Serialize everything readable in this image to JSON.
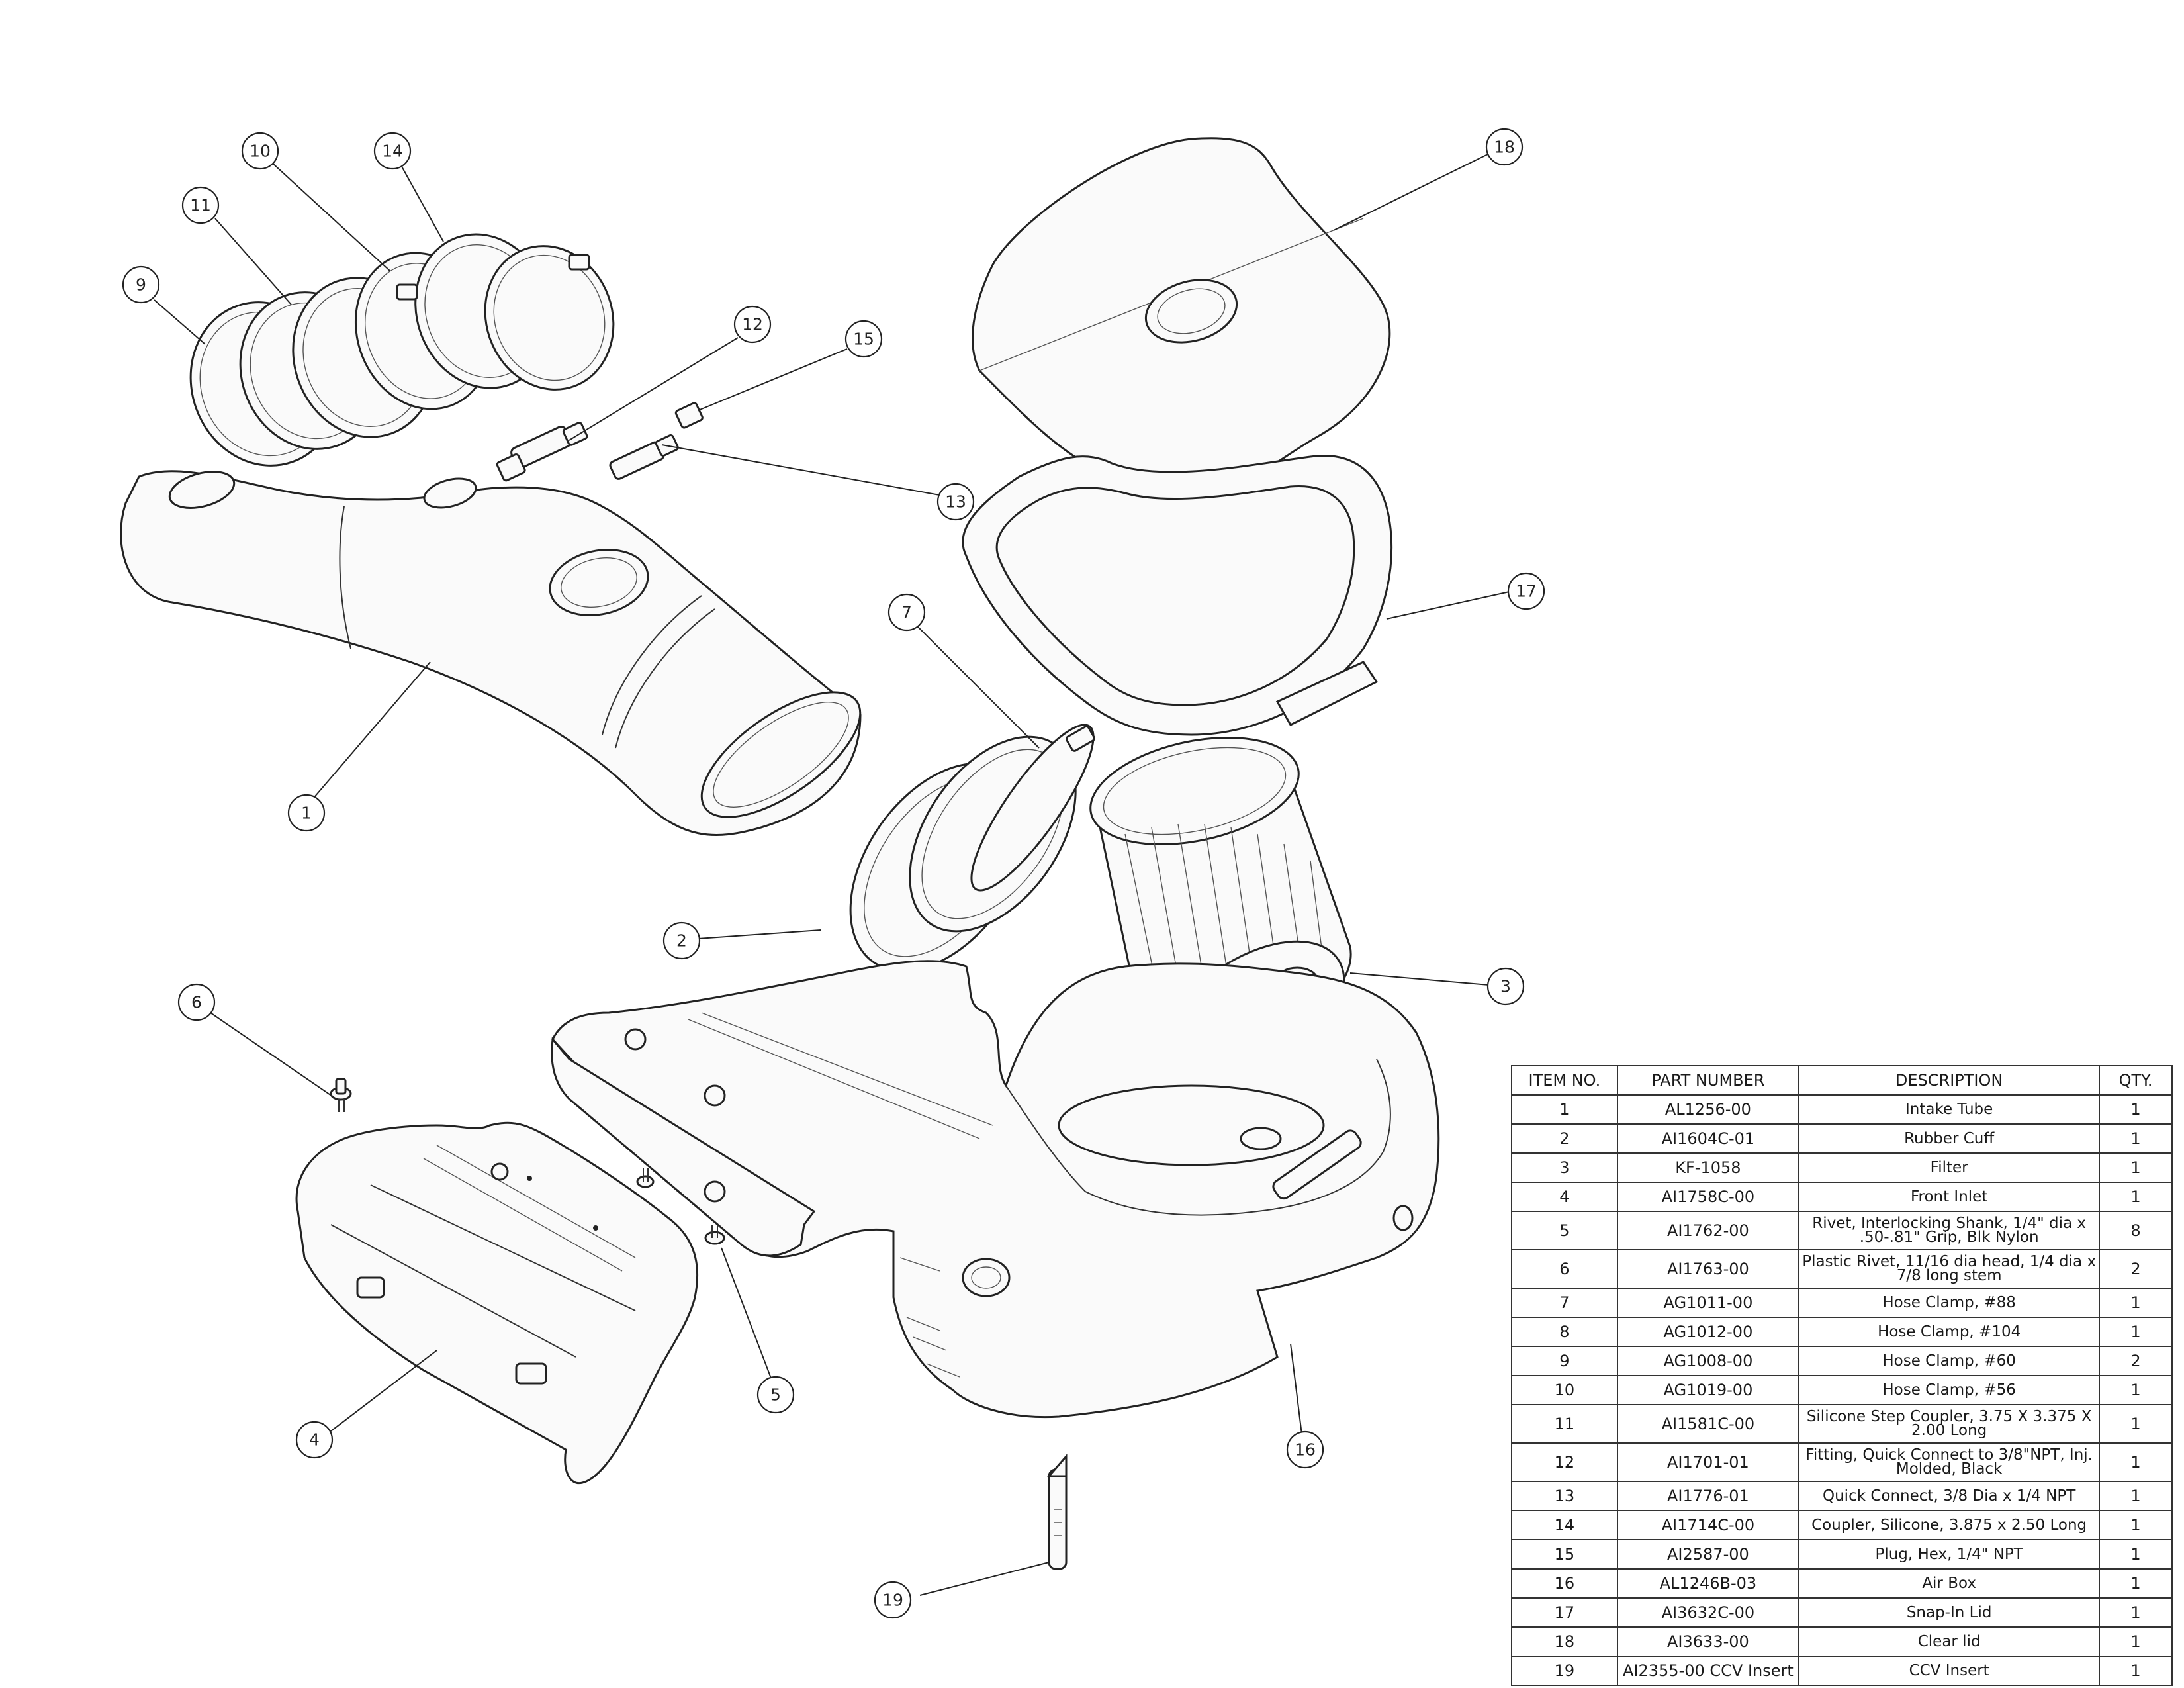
{
  "bom": {
    "headers": [
      "ITEM NO.",
      "PART NUMBER",
      "DESCRIPTION",
      "QTY."
    ],
    "rows": [
      {
        "item": "1",
        "part": "AL1256-00",
        "desc": "Intake Tube",
        "qty": "1"
      },
      {
        "item": "2",
        "part": "AI1604C-01",
        "desc": "Rubber Cuff",
        "qty": "1"
      },
      {
        "item": "3",
        "part": "KF-1058",
        "desc": "Filter",
        "qty": "1"
      },
      {
        "item": "4",
        "part": "AI1758C-00",
        "desc": "Front Inlet",
        "qty": "1"
      },
      {
        "item": "5",
        "part": "AI1762-00",
        "desc": "Rivet, Interlocking Shank, 1/4\" dia x .50-.81\" Grip, Blk Nylon",
        "qty": "8"
      },
      {
        "item": "6",
        "part": "AI1763-00",
        "desc": "Plastic Rivet, 11/16 dia head, 1/4 dia x 7/8 long stem",
        "qty": "2"
      },
      {
        "item": "7",
        "part": "AG1011-00",
        "desc": "Hose Clamp, #88",
        "qty": "1"
      },
      {
        "item": "8",
        "part": "AG1012-00",
        "desc": "Hose Clamp, #104",
        "qty": "1"
      },
      {
        "item": "9",
        "part": "AG1008-00",
        "desc": "Hose Clamp, #60",
        "qty": "2"
      },
      {
        "item": "10",
        "part": "AG1019-00",
        "desc": "Hose Clamp, #56",
        "qty": "1"
      },
      {
        "item": "11",
        "part": "AI1581C-00",
        "desc": "Silicone Step Coupler, 3.75 X 3.375 X 2.00 Long",
        "qty": "1"
      },
      {
        "item": "12",
        "part": "AI1701-01",
        "desc": "Fitting, Quick Connect to 3/8\"NPT, Inj. Molded, Black",
        "qty": "1"
      },
      {
        "item": "13",
        "part": "AI1776-01",
        "desc": "Quick Connect, 3/8 Dia x 1/4 NPT",
        "qty": "1"
      },
      {
        "item": "14",
        "part": "AI1714C-00",
        "desc": "Coupler, Silicone, 3.875 x 2.50 Long",
        "qty": "1"
      },
      {
        "item": "15",
        "part": "AI2587-00",
        "desc": "Plug, Hex, 1/4\" NPT",
        "qty": "1"
      },
      {
        "item": "16",
        "part": "AL1246B-03",
        "desc": "Air Box",
        "qty": "1"
      },
      {
        "item": "17",
        "part": "AI3632C-00",
        "desc": "Snap-In Lid",
        "qty": "1"
      },
      {
        "item": "18",
        "part": "AI3633-00",
        "desc": "Clear lid",
        "qty": "1"
      },
      {
        "item": "19",
        "part": "AI2355-00 CCV Insert",
        "desc": "CCV Insert",
        "qty": "1"
      }
    ]
  },
  "balloons": {
    "b1": "1",
    "b2": "2",
    "b3": "3",
    "b4": "4",
    "b5": "5",
    "b6": "6",
    "b7": "7",
    "b9": "9",
    "b10": "10",
    "b11": "11",
    "b12": "12",
    "b13": "13",
    "b14": "14",
    "b15": "15",
    "b16": "16",
    "b17": "17",
    "b18": "18",
    "b19": "19"
  }
}
